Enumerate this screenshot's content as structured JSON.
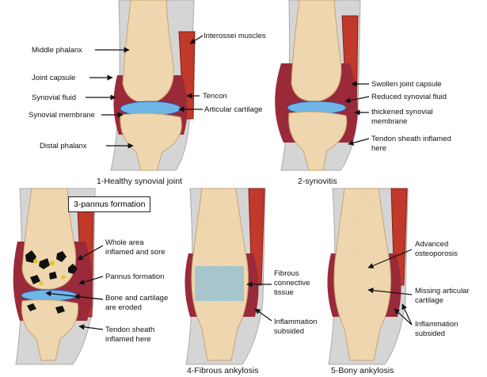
{
  "colors": {
    "bone": "#f3dcb8",
    "bone_edge": "#c9a46e",
    "sheath": "#d5d5d5",
    "capsule": "#9a2a3a",
    "fluid": "#2f4fb0",
    "cartilage": "#6fb6e6",
    "muscle": "#c0392b",
    "fibrous": "#9ec3cf",
    "erosion": "#111111",
    "inflamed": "#e7c22a"
  },
  "panel1": {
    "caption": "1-Healthy synovial joint",
    "labels": {
      "middle_phalanx": "Middle phalanx",
      "joint_capsule": "Joint capsule",
      "synovial_fluid": "Synovial fluid",
      "synovial_membrane": "Synovial membrane",
      "distal_phalanx": "Distal phalanx",
      "interossei": "Interossei muscles",
      "tendon": "Tencon",
      "articular_cartilage": "Articular cartilage"
    }
  },
  "panel2": {
    "caption": "2-synovitis",
    "labels": {
      "swollen_capsule": "Swollen joint capsule",
      "reduced_fluid": "Reduced synovial fluid",
      "thickened_membrane_1": "thickened synovial",
      "thickened_membrane_2": "membrane",
      "sheath_1": "Tendon sheath inflamed",
      "sheath_2": "here"
    }
  },
  "panel3": {
    "caption": "3-pannus formation",
    "labels": {
      "whole_area_1": "Whole area",
      "whole_area_2": "inflamed and sore",
      "pannus": "Pannus formation",
      "eroded_1": "Bone and cartilage",
      "eroded_2": "are eroded",
      "sheath_1": "Tendon sheath",
      "sheath_2": "inflamed here"
    }
  },
  "panel4": {
    "caption": "4-Fibrous ankylosis",
    "labels": {
      "fibrous_1": "Fibrous",
      "fibrous_2": "connective",
      "fibrous_3": "tissue",
      "subsided_1": "Inflammation",
      "subsided_2": "subsided"
    }
  },
  "panel5": {
    "caption": "5-Bony ankylosis",
    "labels": {
      "advanced_1": "Advanced",
      "advanced_2": "osteoporosis",
      "missing_1": "Missing articular",
      "missing_2": "cartilage",
      "subsided_1": "Inflammation",
      "subsided_2": "subsided"
    }
  }
}
